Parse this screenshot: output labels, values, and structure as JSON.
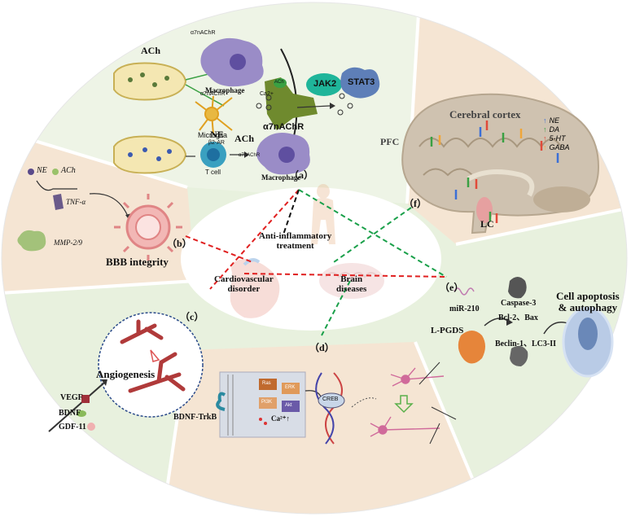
{
  "center": {
    "anti_inflammatory": "Anti-inflammatory\ntreatment",
    "cardiovascular": "Cardiovascular\ndisorder",
    "brain": "Brain\ndiseases"
  },
  "panel_a": {
    "tag": "（a）",
    "ach_top": "ACh",
    "a7_top": "α7nAChR",
    "macrophage_top": "Macrophage",
    "a7_mid": "α7nAChR",
    "microglia": "Microglia",
    "ach_receptor": "ACh",
    "ca": "Ca2+",
    "jak2": "JAK2",
    "stat3": "STAT3",
    "a7_big": "α7nAChR",
    "ne": "NE",
    "b2ar": "β2-AR",
    "tcell": "T cell",
    "ach_bottom": "ACh",
    "a7_bottom": "α7nAChR",
    "macrophage_bottom": "Macrophage"
  },
  "panel_b": {
    "tag": "（b）",
    "ne": "NE",
    "ach": "ACh",
    "tnf": "TNF-α",
    "mmp": "MMP-2/9",
    "bbb": "BBB integrity"
  },
  "panel_c": {
    "tag": "（c）",
    "angiogenesis": "Angiogenesis",
    "vegf": "VEGF",
    "bdnf": "BDNF",
    "gdf": "GDF-11"
  },
  "panel_d": {
    "tag": "（d）",
    "bdnf_trkb": "BDNF-TrkB",
    "ras": "Ras",
    "erk": "ERK",
    "pi3k": "PI3K",
    "akt": "Akt",
    "ca": "Ca²⁺↑",
    "creb": "CREB"
  },
  "panel_e": {
    "tag": "（e）",
    "mir": "miR-210",
    "lpgds": "L-PGDS",
    "caspase": "Caspase-3",
    "bcl": "Bcl-2、Bax",
    "beclin": "Beclin-1、LC3-II",
    "apoptosis": "Cell apoptosis\n& autophagy"
  },
  "panel_f": {
    "tag": "（f）",
    "cortex": "Cerebral cortex",
    "pfc": "PFC",
    "lc": "LC",
    "legend": [
      {
        "label": "NE",
        "color": "#3b6fd6"
      },
      {
        "label": "DA",
        "color": "#3aa043"
      },
      {
        "label": "5-HT",
        "color": "#e04a3a"
      },
      {
        "label": "GABA",
        "color": "#f0a63a"
      }
    ]
  },
  "colors": {
    "green_sector": "#e8f1de",
    "peach_sector": "#f5e5d3",
    "white": "#ffffff",
    "red_dash": "#e02020",
    "green_dash": "#1aa04a",
    "black_dash": "#111111"
  }
}
